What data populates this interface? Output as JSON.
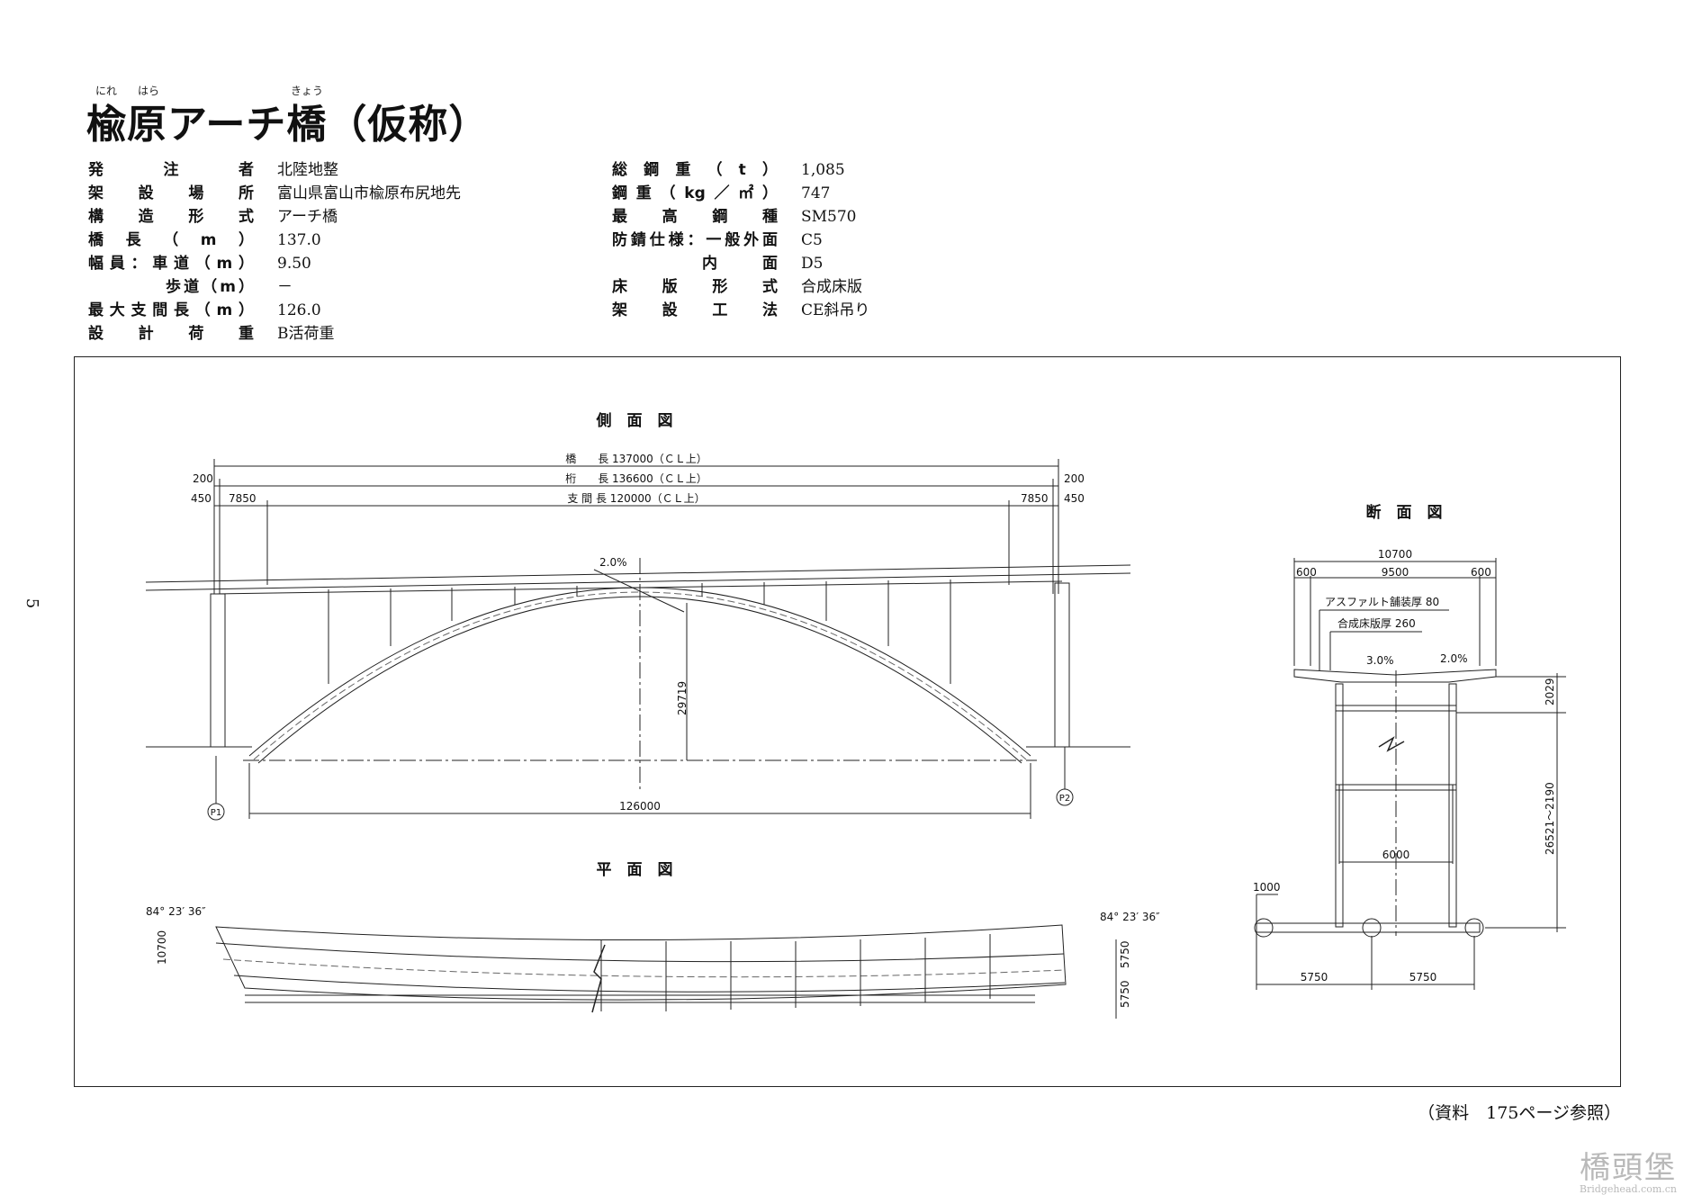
{
  "page": {
    "title": "楡原アーチ橋（仮称）",
    "ruby": [
      "にれ",
      "はら",
      "きょう"
    ],
    "page_number": "5",
    "source_note": "（資料　175ページ参照）",
    "watermark": {
      "big": "橋頭堡",
      "small": "Bridgehead.com.cn"
    }
  },
  "specs_left": [
    {
      "label": "発注者",
      "value": "北陸地整"
    },
    {
      "label": "架設場所",
      "value": "富山県富山市楡原布尻地先"
    },
    {
      "label": "構造形式",
      "value": "アーチ橋"
    },
    {
      "label": "橋長（m）",
      "value": "137.0"
    },
    {
      "label": "幅員：車道（m）",
      "value": "9.50"
    },
    {
      "label": "歩道（m）",
      "value": "－"
    },
    {
      "label": "最大支間長（m）",
      "value": "126.0"
    },
    {
      "label": "設計荷重",
      "value": "B活荷重"
    }
  ],
  "specs_right": [
    {
      "label": "総鋼重（t）",
      "value": "1,085"
    },
    {
      "label": "鋼重（kg／㎡）",
      "value": "747"
    },
    {
      "label": "最高鋼種",
      "value": "SM570"
    },
    {
      "label": "防錆仕様：一般外面",
      "value": "C5"
    },
    {
      "label": "内面",
      "value": "D5"
    },
    {
      "label": "床版形式",
      "value": "合成床版"
    },
    {
      "label": "架設工法",
      "value": "CE斜吊り"
    }
  ],
  "drawing": {
    "side_title": "側　面　図",
    "plan_title": "平　面　図",
    "section_title": "断　面　図",
    "dim_bridge_length": "橋　　長  137000（ＣＬ上）",
    "dim_girder_length": "桁　　長  136600（ＣＬ上）",
    "dim_span_length": "支 間 長  120000（ＣＬ上）",
    "dim_200": "200",
    "dim_450": "450",
    "dim_7850": "7850",
    "slope_side": "2.0%",
    "rise": "29719",
    "arch_span": "126000",
    "pier_p1": "P1",
    "pier_p2": "P2",
    "skew_angle": "84°  23′  36″",
    "plan_width": "10700",
    "plan_half": "5750",
    "sec_total_width": "10700",
    "sec_600": "600",
    "sec_9500": "9500",
    "sec_asphalt": "アスファルト舗装厚 80",
    "sec_slab": "合成床版厚 260",
    "sec_slope_left": "3.0%",
    "sec_slope_right": "2.0%",
    "sec_2029": "2029",
    "sec_height": "26521～2190",
    "sec_6000": "6000",
    "sec_1000": "1000",
    "sec_5750": "5750"
  }
}
